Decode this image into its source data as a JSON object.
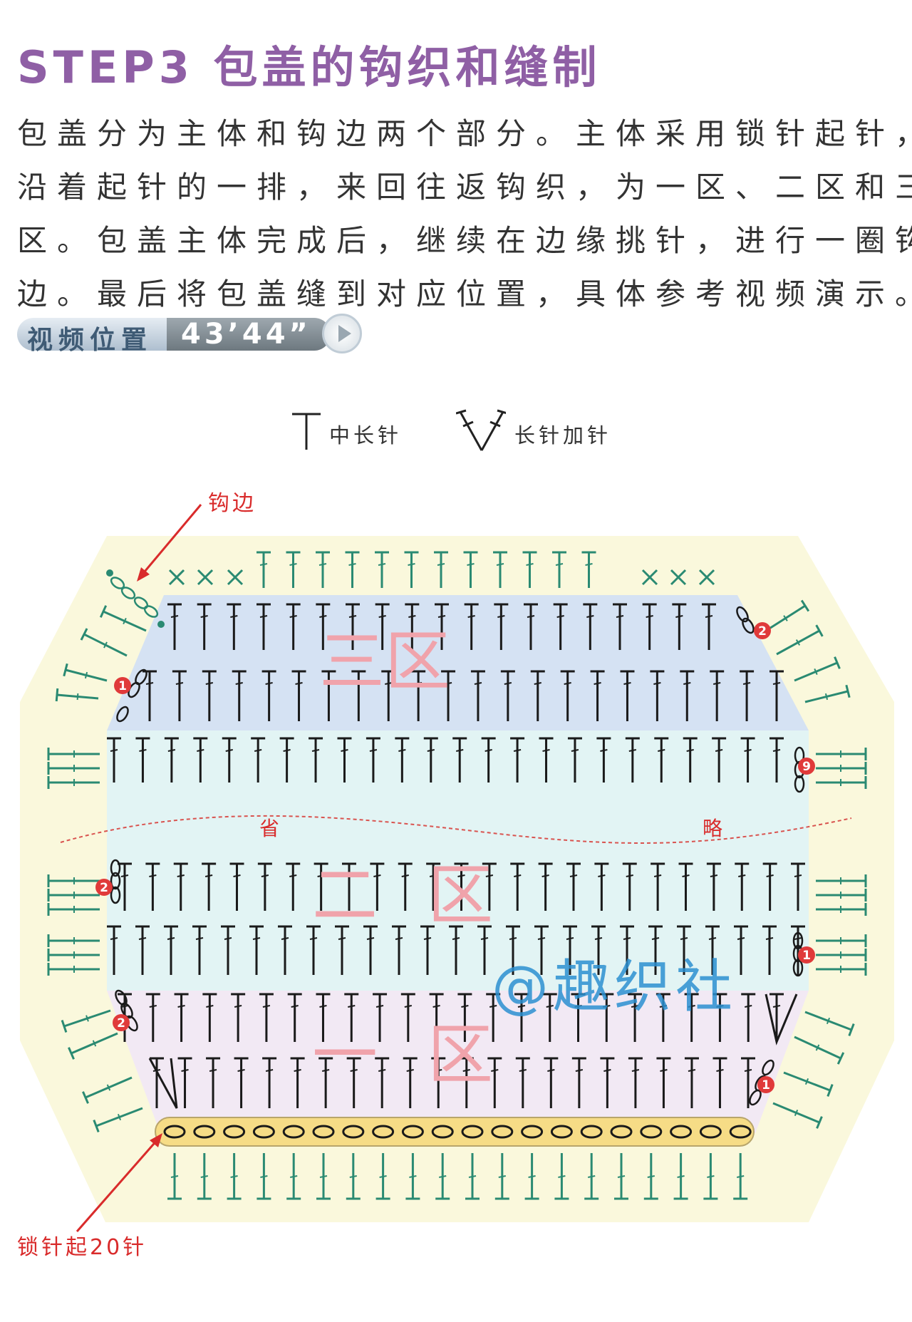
{
  "header": {
    "title": "STEP3 包盖的钩织和缝制"
  },
  "paragraph": {
    "lines": [
      "包盖分为主体和钩边两个部分。主体采用锁针起针，",
      "沿着起针的一排，来回往返钩织，为一区、二区和三",
      "区。包盖主体完成后，继续在边缘挑针，进行一圈钩",
      "边。最后将包盖缝到对应位置，具体参考视频演示。"
    ]
  },
  "video_bar": {
    "label": "视频位置",
    "time": "43’44”",
    "play_icon": "play-icon"
  },
  "legend": [
    {
      "symbol": "half-double-crochet-icon",
      "label": "中长针"
    },
    {
      "symbol": "double-crochet-increase-icon",
      "label": "长针加针"
    }
  ],
  "diagram": {
    "edging_label": "钩边",
    "foundation_label": "锁针起20针",
    "zone_three": "三区",
    "zone_two": "二区",
    "zone_one": "一区",
    "omit_left": "省",
    "omit_right": "略",
    "watermark": "@趣织社",
    "row_badges": [
      "1",
      "2",
      "9",
      "2",
      "1",
      "2",
      "1"
    ],
    "colors": {
      "outer_bg": "#faf8dc",
      "zone_three_bg": "#d5e2f3",
      "zone_two_bg": "#e2f4f4",
      "zone_one_bg": "#f2e9f4",
      "foundation_fill": "#f6dc86",
      "edging_stitch": "#2a8a72",
      "zone_text": "#f0a3ab",
      "badge": "#e03a3a",
      "label_red": "#d92b2b",
      "watermark": "#2b8fd0"
    }
  }
}
